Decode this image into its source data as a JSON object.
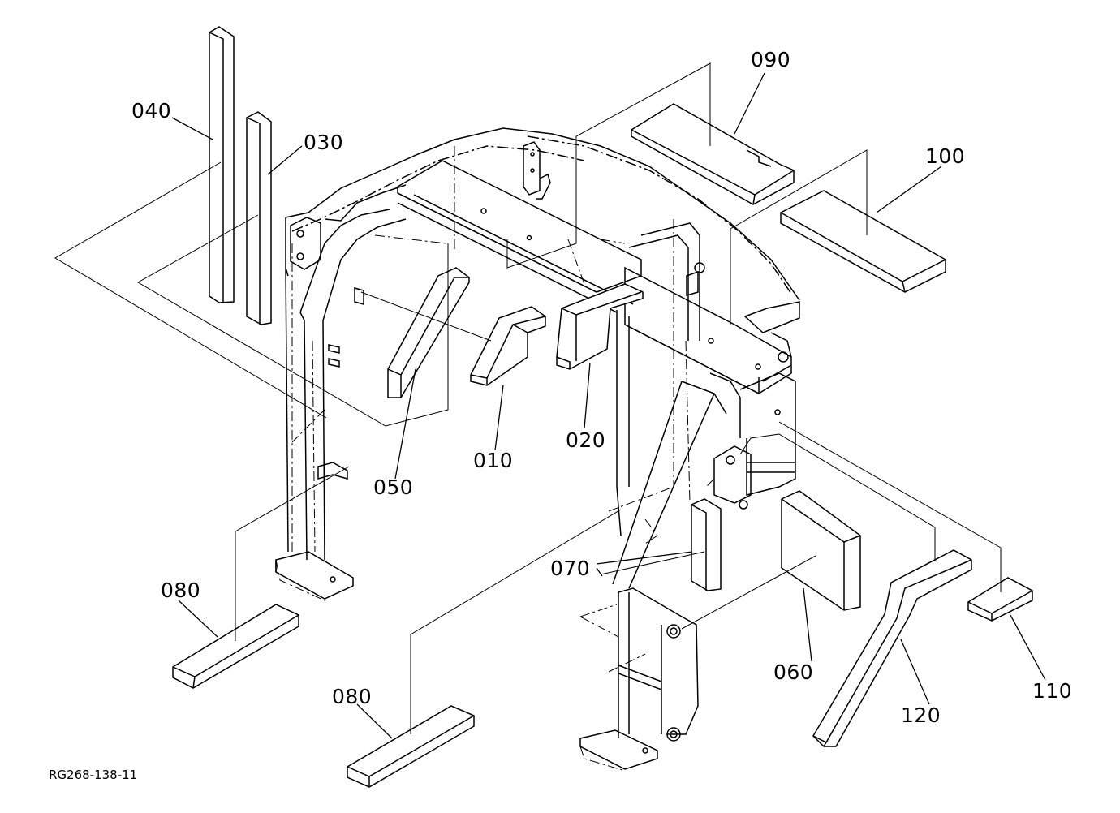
{
  "diagram": {
    "reference_code": "RG268-138-11",
    "parts": [
      {
        "id": "p010",
        "label": "010"
      },
      {
        "id": "p020",
        "label": "020"
      },
      {
        "id": "p030",
        "label": "030"
      },
      {
        "id": "p040",
        "label": "040"
      },
      {
        "id": "p050",
        "label": "050"
      },
      {
        "id": "p060",
        "label": "060"
      },
      {
        "id": "p070",
        "label": "070"
      },
      {
        "id": "p080a",
        "label": "080"
      },
      {
        "id": "p080b",
        "label": "080"
      },
      {
        "id": "p090",
        "label": "090"
      },
      {
        "id": "p100",
        "label": "100"
      },
      {
        "id": "p110",
        "label": "110"
      },
      {
        "id": "p120",
        "label": "120"
      }
    ]
  }
}
